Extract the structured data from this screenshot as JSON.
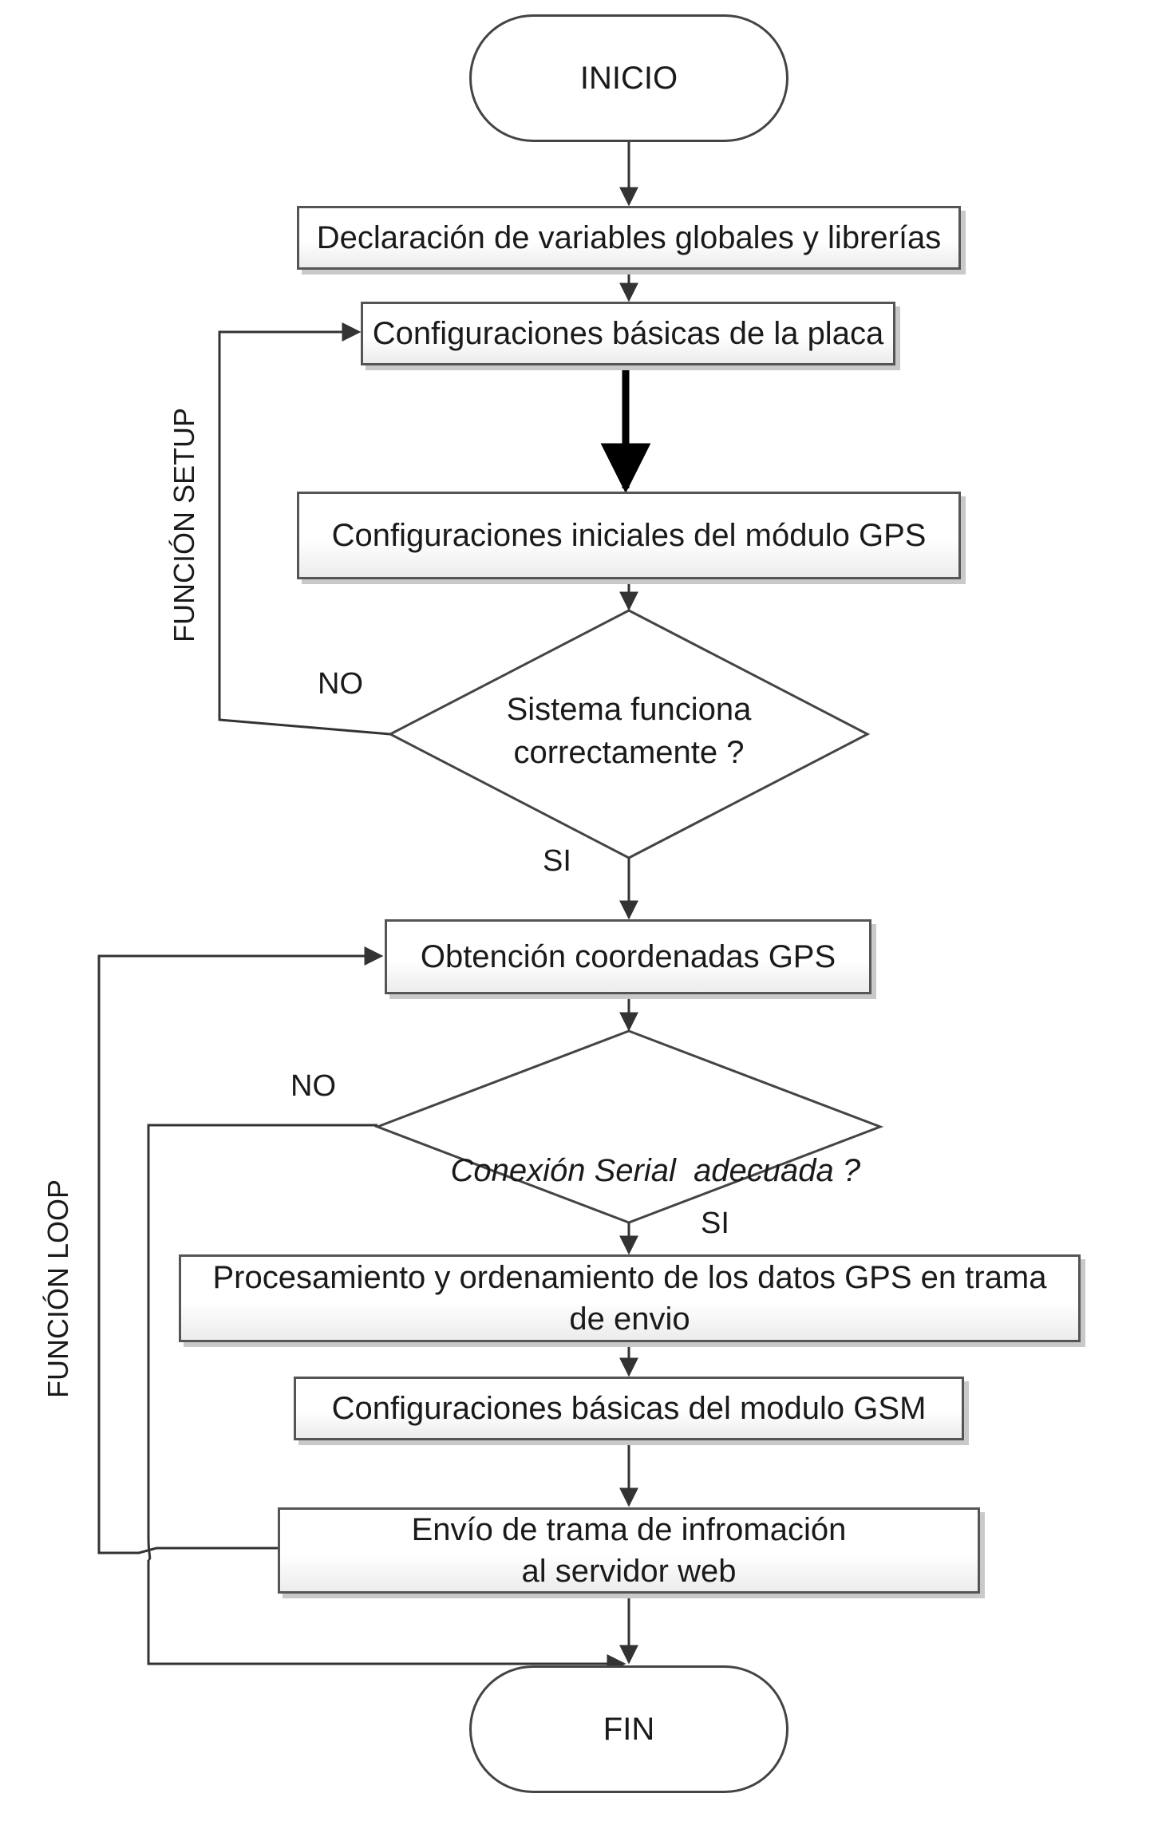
{
  "nodes": {
    "start": "INICIO",
    "declare": "Declaración de variables globales y librerías",
    "board_config": "Configuraciones básicas de la placa",
    "gps_init": "Configuraciones iniciales del módulo GPS",
    "decision_system": "Sistema funciona correctamente ?",
    "get_coords": "Obtención coordenadas GPS",
    "decision_serial": "Conexión Serial  adecuada ?",
    "process": "Procesamiento y ordenamiento de los datos GPS en trama de envio",
    "gsm_config": "Configuraciones básicas del modulo GSM",
    "send": "Envío de trama de infromación al servidor web",
    "end": "FIN"
  },
  "branch_labels": {
    "system_no": "NO",
    "system_si": "SI",
    "serial_no": "NO",
    "serial_si": "SI"
  },
  "section_labels": {
    "setup": "FUNCIÓN SETUP",
    "loop": "FUNCIÓN LOOP"
  },
  "colors": {
    "line": "#333333",
    "box_border": "#555555",
    "shadow": "#c9c9c9"
  }
}
